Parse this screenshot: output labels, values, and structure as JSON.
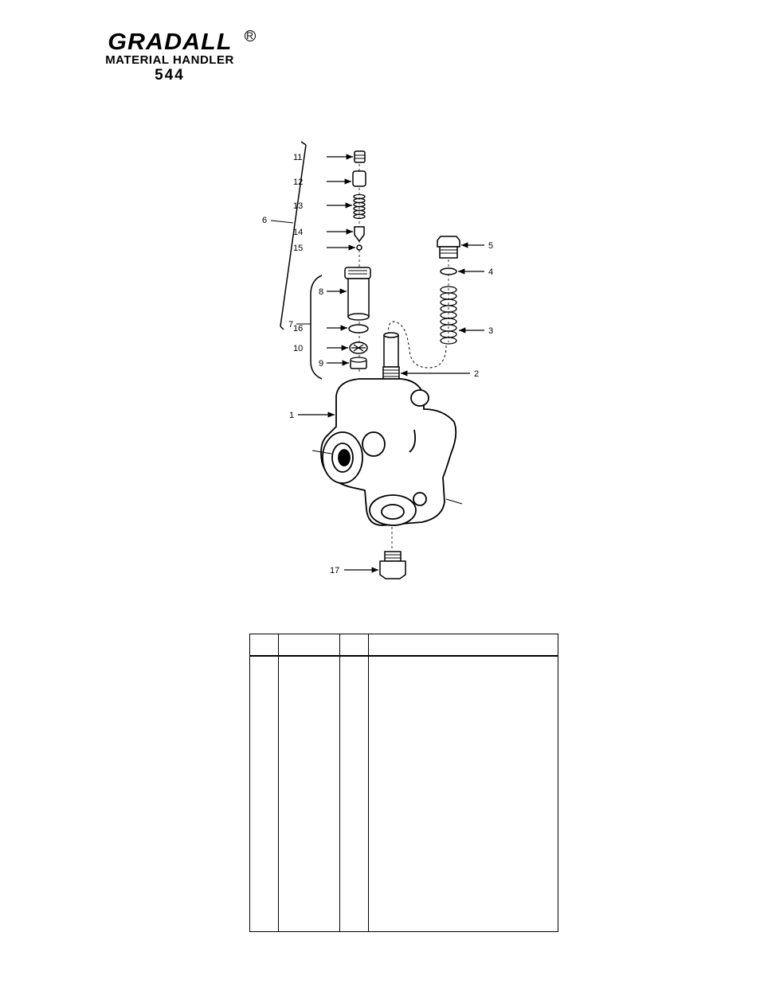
{
  "header": {
    "brand": "GRADALL",
    "registered_mark": "R",
    "subtitle": "MATERIAL HANDLER",
    "model": "544"
  },
  "diagram": {
    "callouts": [
      "1",
      "2",
      "3",
      "4",
      "5",
      "6",
      "7",
      "8",
      "9",
      "10",
      "11",
      "12",
      "13",
      "14",
      "15",
      "16",
      "17"
    ]
  },
  "parts_table": {
    "headers": [
      "",
      "",
      "",
      ""
    ],
    "rows": []
  }
}
